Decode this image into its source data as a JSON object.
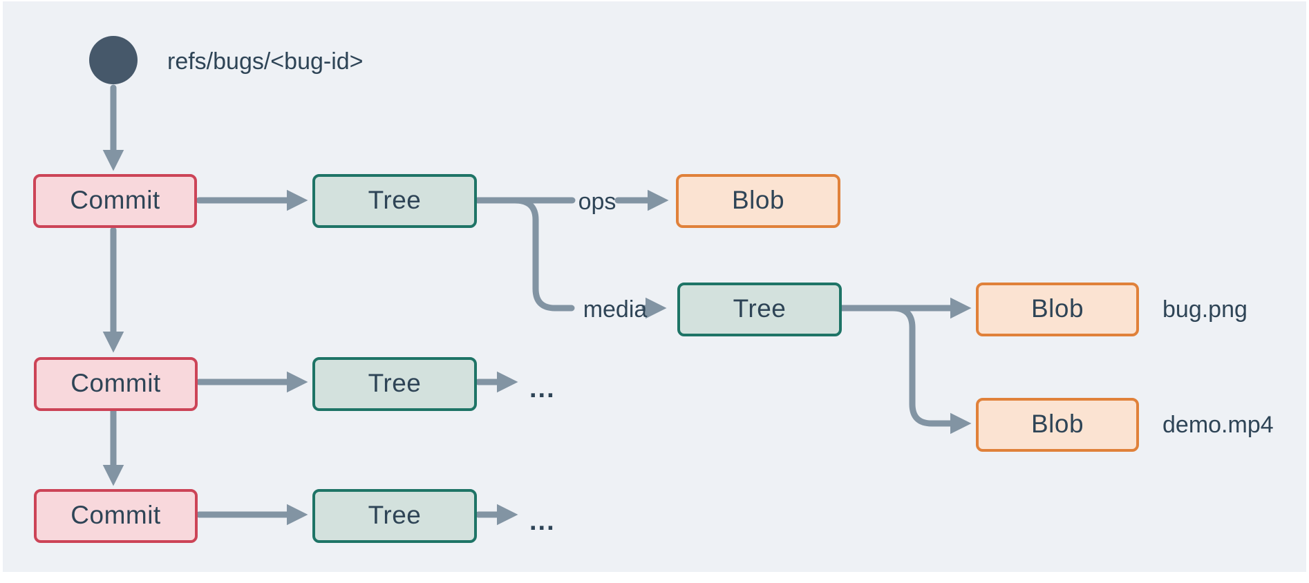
{
  "ref": {
    "label": "refs/bugs/<bug-id>"
  },
  "nodes": {
    "commit1": "Commit",
    "commit2": "Commit",
    "commit3": "Commit",
    "tree1": "Tree",
    "tree2": "Tree",
    "tree3": "Tree",
    "tree_media": "Tree",
    "blob_ops": "Blob",
    "blob_bug": "Blob",
    "blob_demo": "Blob"
  },
  "edge_labels": {
    "ops": "ops",
    "media": "media"
  },
  "file_labels": {
    "bug": "bug.png",
    "demo": "demo.mp4"
  },
  "ellipsis": "...",
  "colors": {
    "background": "#eef1f5",
    "page": "#ffffff",
    "ref_circle": "#46586a",
    "arrow": "#8294a3",
    "text": "#2e4456",
    "commit_fill": "#f8d8dc",
    "commit_border": "#cc4457",
    "tree_fill": "#d3e1dd",
    "tree_border": "#1e7466",
    "blob_fill": "#fbe3d2",
    "blob_border": "#e0813a"
  }
}
